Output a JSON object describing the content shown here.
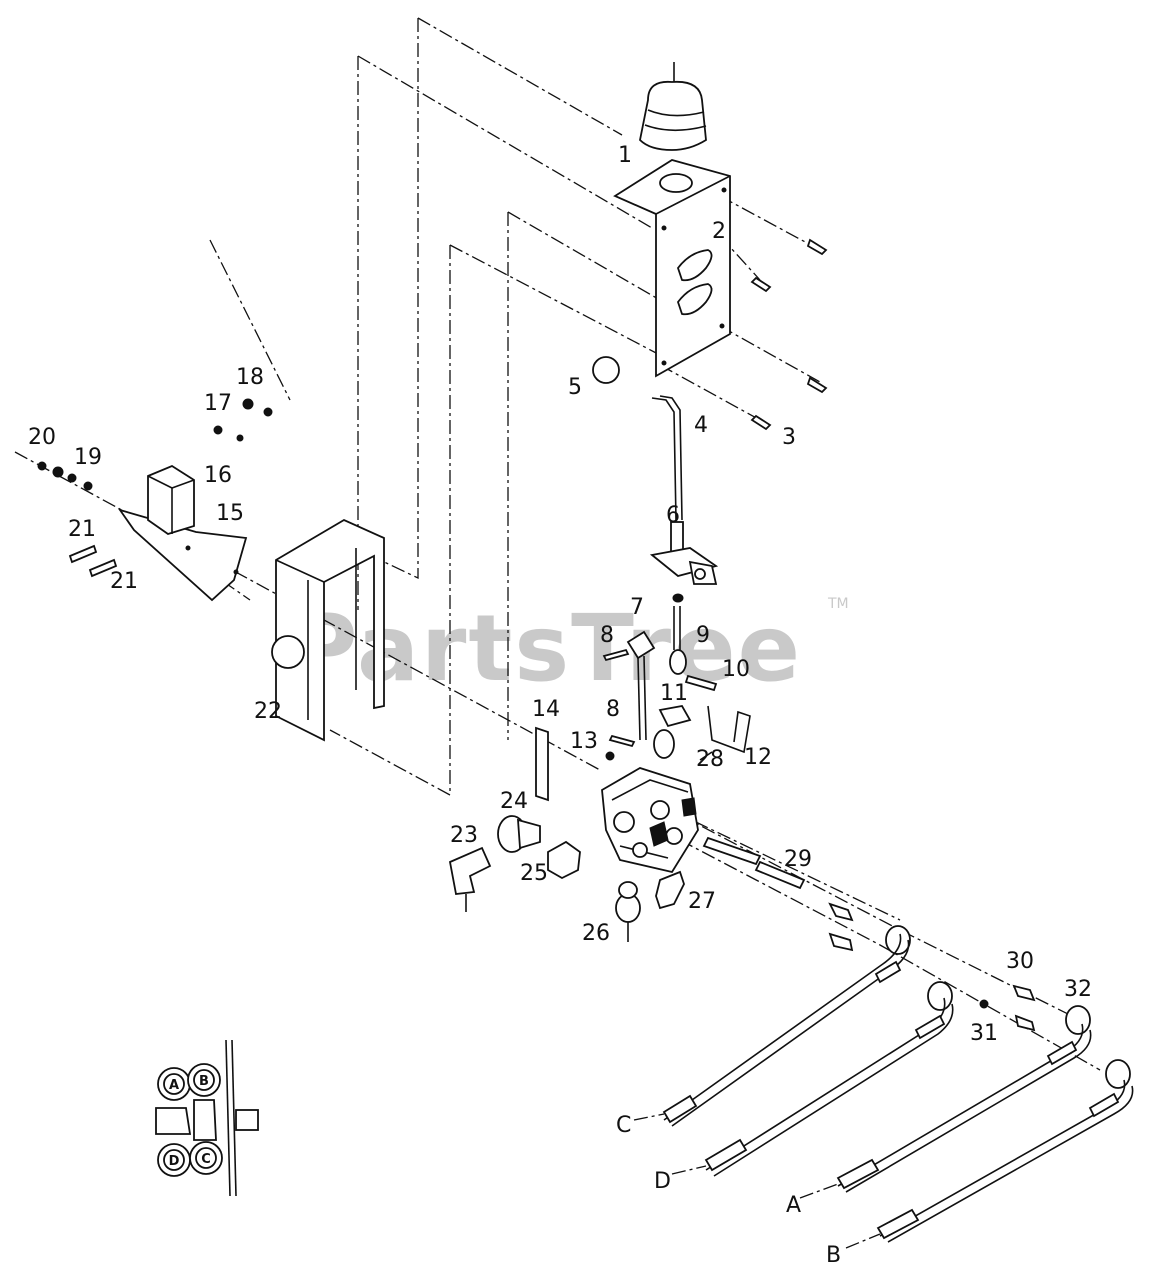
{
  "watermark": {
    "brand": "PartsTree",
    "trademark": "TM"
  },
  "callouts": [
    {
      "id": "c1",
      "text": "1"
    },
    {
      "id": "c2",
      "text": "2"
    },
    {
      "id": "c3",
      "text": "3"
    },
    {
      "id": "c4",
      "text": "4"
    },
    {
      "id": "c5",
      "text": "5"
    },
    {
      "id": "c6",
      "text": "6"
    },
    {
      "id": "c7",
      "text": "7"
    },
    {
      "id": "c8a",
      "text": "8"
    },
    {
      "id": "c8b",
      "text": "8"
    },
    {
      "id": "c9",
      "text": "9"
    },
    {
      "id": "c10",
      "text": "10"
    },
    {
      "id": "c11",
      "text": "11"
    },
    {
      "id": "c12",
      "text": "12"
    },
    {
      "id": "c13",
      "text": "13"
    },
    {
      "id": "c14",
      "text": "14"
    },
    {
      "id": "c15",
      "text": "15"
    },
    {
      "id": "c16",
      "text": "16"
    },
    {
      "id": "c17",
      "text": "17"
    },
    {
      "id": "c18",
      "text": "18"
    },
    {
      "id": "c19",
      "text": "19"
    },
    {
      "id": "c20",
      "text": "20"
    },
    {
      "id": "c21a",
      "text": "21"
    },
    {
      "id": "c21b",
      "text": "21"
    },
    {
      "id": "c22",
      "text": "22"
    },
    {
      "id": "c23",
      "text": "23"
    },
    {
      "id": "c24",
      "text": "24"
    },
    {
      "id": "c25",
      "text": "25"
    },
    {
      "id": "c26",
      "text": "26"
    },
    {
      "id": "c27",
      "text": "27"
    },
    {
      "id": "c28",
      "text": "28"
    },
    {
      "id": "c29",
      "text": "29"
    },
    {
      "id": "c30",
      "text": "30"
    },
    {
      "id": "c31",
      "text": "31"
    },
    {
      "id": "c32",
      "text": "32"
    }
  ],
  "hose_labels": [
    "C",
    "D",
    "A",
    "B"
  ],
  "inset_ports": [
    "A",
    "B",
    "D",
    "C"
  ]
}
